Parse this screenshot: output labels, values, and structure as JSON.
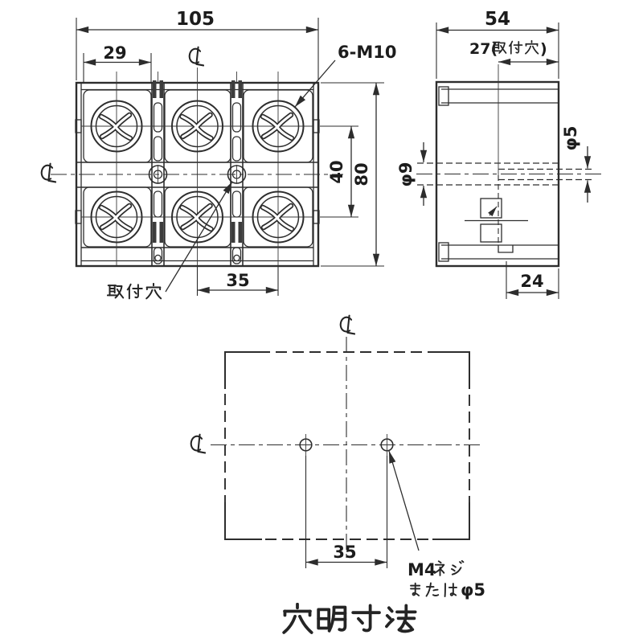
{
  "colors": {
    "line": "#2d2d2d",
    "text": "#1c1c1c",
    "background": "#ffffff"
  },
  "front_view": {
    "dim_overall_width": "105",
    "dim_cell_width": "29",
    "dim_pitch": "35",
    "dim_row_spacing": "40",
    "dim_overall_height": "80",
    "label_screws": "6-M10",
    "label_mounting_hole": "取付穴"
  },
  "side_view": {
    "dim_overall_depth": "54",
    "dim_hole_offset_prefix": "27(",
    "dim_hole_offset_label": "取付穴",
    "dim_hole_offset_suffix": ")",
    "dim_hole_offset_full": "27(取付穴)",
    "dim_counterbore_dia": "φ9",
    "dim_hole_dia": "φ5",
    "dim_base_depth": "24"
  },
  "hole_plan": {
    "dim_hole_pitch": "35",
    "label_spec_latin": "M4",
    "label_spec_line1": "M4ネジ",
    "label_spec_line2": "またはφ5",
    "label_spec_dia": "φ5",
    "title": "穴明寸法"
  },
  "symbols": {
    "centerline": "℄"
  }
}
